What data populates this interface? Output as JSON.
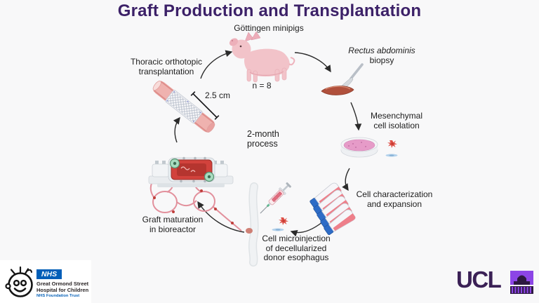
{
  "title": "Graft Production and Transplantation",
  "colors": {
    "title_purple": "#3c2168",
    "nhs_blue": "#005eb8",
    "ucl_bright_purple": "#8c45e6",
    "ucl_dark_purple": "#3b2156"
  },
  "diagram": {
    "center_note": "2-month\nprocess",
    "graft_length": "2.5 cm",
    "steps": {
      "minipigs": {
        "label": "Göttingen minipigs",
        "sample_size": "n = 8",
        "icon": "minipig-illustration"
      },
      "biopsy": {
        "muscle_latin": "Rectus abdominis",
        "label": "biopsy",
        "icon": "scalpel-muscle-illustration"
      },
      "isolation": {
        "label": "Mesenchymal\ncell isolation",
        "icon": "petri-dish-illustration"
      },
      "characterization": {
        "label": "Cell characterization\nand expansion",
        "icon": "culture-flasks-illustration"
      },
      "microinjection": {
        "label": "Cell microinjection\nof decellularized\ndonor esophagus",
        "icon": "syringe-esophagus-illustration"
      },
      "maturation": {
        "label": "Graft maturation\nin bioreactor",
        "icon": "bioreactor-illustration"
      },
      "transplantation": {
        "label": "Thoracic orthotopic\ntransplantation",
        "icon": "esophageal-graft-illustration"
      }
    }
  },
  "logos": {
    "nhs": {
      "brand": "NHS",
      "line1": "Great Ormond Street",
      "line2": "Hospital for Children",
      "line3": "NHS Foundation Trust"
    },
    "ucl": {
      "brand": "UCL"
    }
  }
}
